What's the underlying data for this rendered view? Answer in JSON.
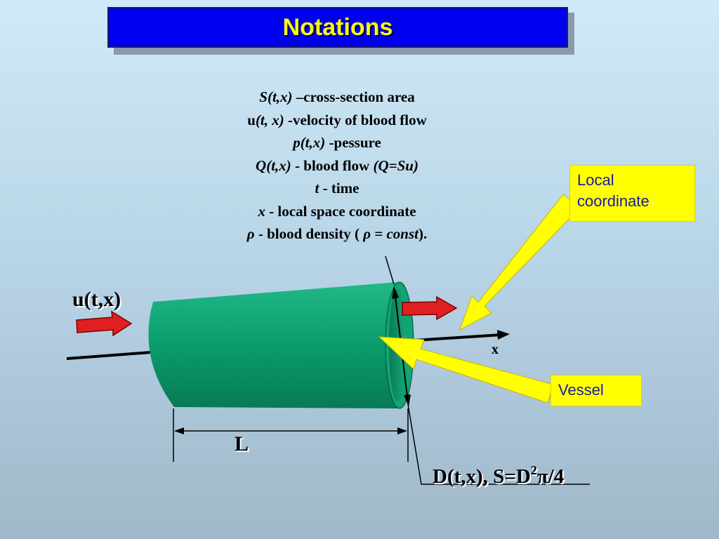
{
  "title": "Notations",
  "notations": [
    {
      "sym": "S(t,x)",
      "desc": " –cross-section area"
    },
    {
      "sym_pre": "u",
      "sym": "(t, x)",
      "desc": " -velocity of blood flow"
    },
    {
      "sym": "p(t,x)",
      "desc": " -pessure"
    },
    {
      "sym": "Q(t,x)",
      "desc": " - blood flow ",
      "extra": "(Q=Su)"
    },
    {
      "sym": "t",
      "desc": " - time"
    },
    {
      "sym": "x",
      "desc": " - local space coordinate"
    },
    {
      "sym": "ρ",
      "desc": " - blood density ( ",
      "extra": "ρ = const",
      "tail": ")."
    }
  ],
  "callouts": {
    "local_coordinate": "Local coordinate",
    "vessel": "Vessel"
  },
  "labels": {
    "velocity": "u(t,x)",
    "axis_x": "x",
    "length": "L",
    "diameter_pre": "D(t,x), S=D",
    "diameter_sup": "2",
    "diameter_post": "π/4"
  },
  "colors": {
    "title_bg": "#0000f0",
    "title_text": "#ffff00",
    "vessel": "#0a9c6c",
    "arrow": "#e02020",
    "callout_bg": "#ffff00",
    "callout_text": "#1a1aa0"
  }
}
